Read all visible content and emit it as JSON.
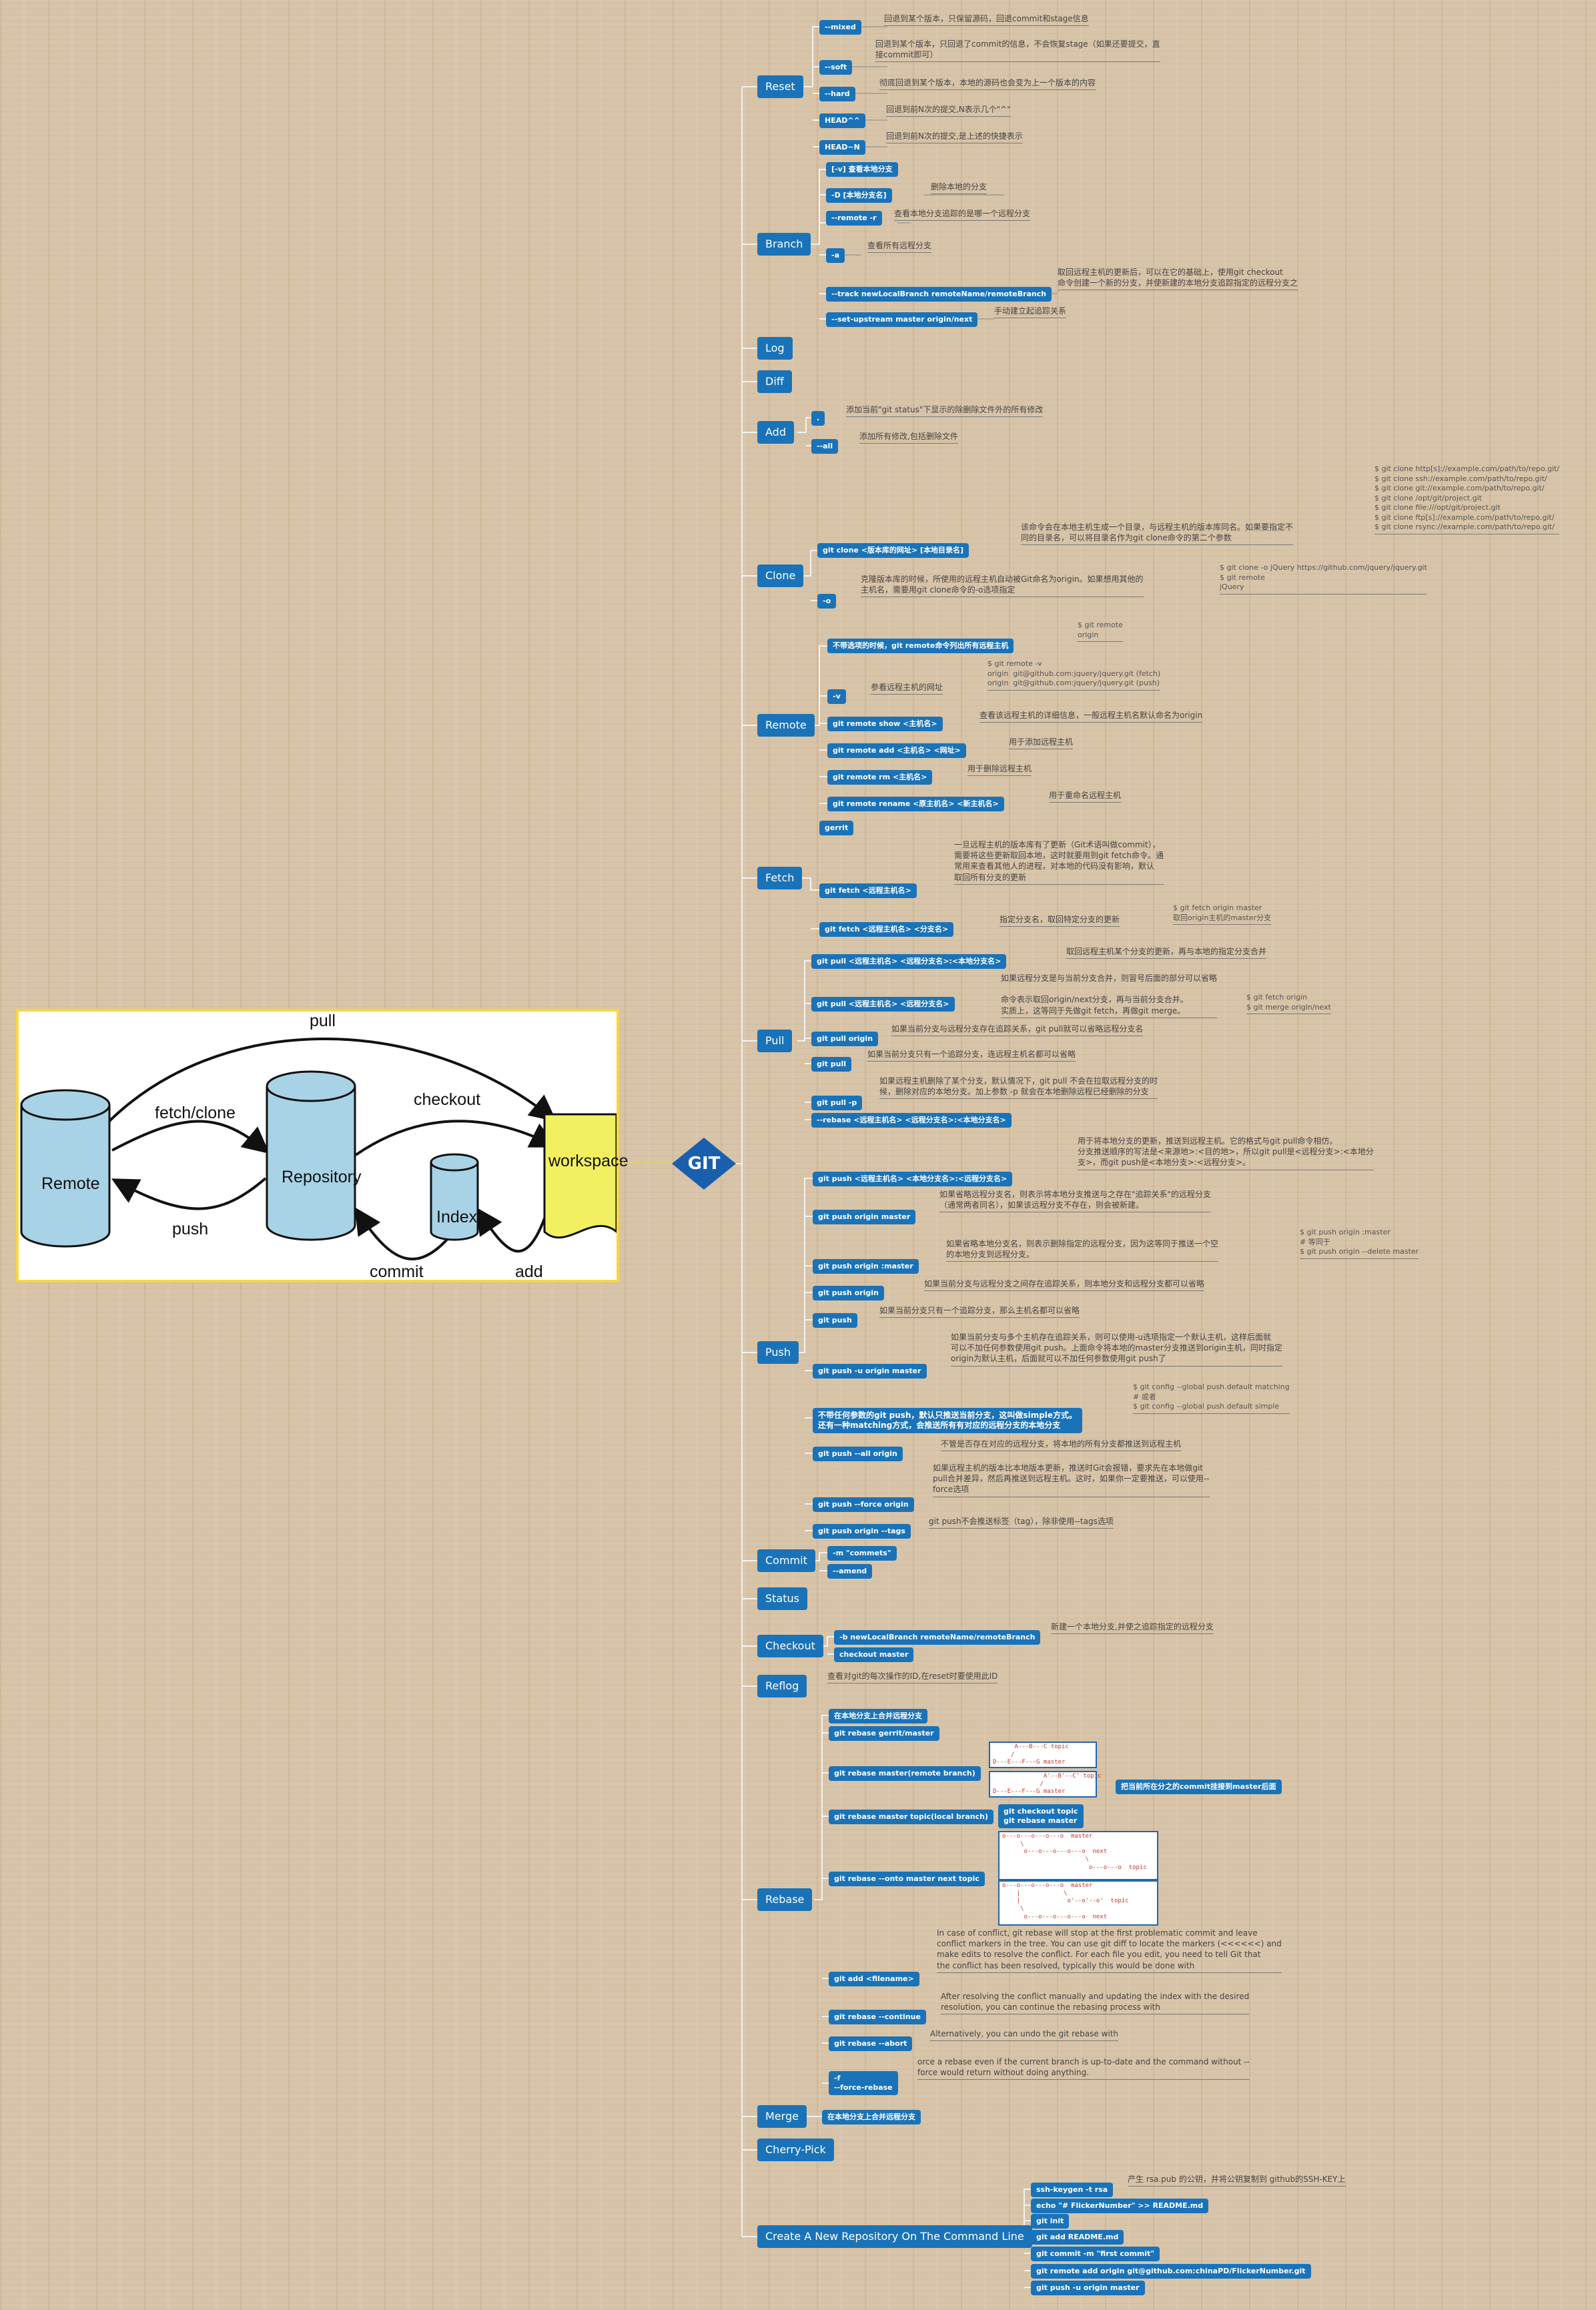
{
  "root": "GIT",
  "diagram": {
    "pull": "pull",
    "fetch": "fetch/clone",
    "checkout": "checkout",
    "push": "push",
    "commit": "commit",
    "add": "add",
    "remote": "Remote",
    "repository": "Repository",
    "index": "Index",
    "workspace": "workspace"
  },
  "reset": {
    "label": "Reset",
    "mixed": "--mixed",
    "mixed_d": "回退到某个版本，只保留源码，回退commit和stage信息",
    "soft": "--soft",
    "soft_d": "回退到某个版本，只回退了commit的信息，不会恢复stage（如果还要提交，直\n接commit即可）",
    "hard": "--hard",
    "hard_d": "彻底回退到某个版本，本地的源码也会变为上一个版本的内容",
    "head1": "HEAD^^",
    "head1_d": "回退到前N次的提交,N表示几个\"^\"",
    "head2": "HEAD~N",
    "head2_d": "回退到前N次的提交,是上述的快捷表示"
  },
  "branch": {
    "label": "Branch",
    "vq": "[-v] 查看本地分支",
    "d": "-D [本地分支名]",
    "d_d": "删除本地的分支",
    "r": "--remote\n-r",
    "r_d": "查看本地分支追踪的是哪一个远程分支",
    "a": "-a",
    "a_d": "查看所有远程分支",
    "track": "--track newLocalBranch remoteName/remoteBranch",
    "track_d": "取回远程主机的更新后，可以在它的基础上，使用git checkout\n命令创建一个新的分支，并使新建的本地分支追踪指定的远程分支之",
    "up": "--set-upstream  master  origin/next",
    "up_d": "手动建立起追踪关系"
  },
  "log": "Log",
  "diff": "Diff",
  "add": {
    "label": "Add",
    "dot": ".",
    "dot_d": "添加当前\"git status\"下显示的除删除文件外的所有修改",
    "all": "--all",
    "all_d": "添加所有修改,包括删除文件"
  },
  "clone": {
    "label": "Clone",
    "cmd": "git clone  <版本库的网址>  [本地目录名]",
    "cmd_d": "该命令会在本地主机生成一个目录，与远程主机的版本库同名。如果要指定不\n同的目录名，可以将目录名作为git clone命令的第二个参数",
    "urls": "$ git clone http[s]://example.com/path/to/repo.git/\n$ git clone ssh://example.com/path/to/repo.git/\n$ git clone git://example.com/path/to/repo.git/\n$ git clone /opt/git/project.git\n$ git clone file:///opt/git/project.git\n$ git clone ftp[s]://example.com/path/to/repo.git/\n$ git clone rsync://example.com/path/to/repo.git/",
    "o": "-o",
    "o_d": "克隆版本库的时候，所使用的远程主机自动被Git命名为origin。如果想用其他的\n主机名，需要用git clone命令的-o选项指定",
    "o_ex": "$ git clone -o jQuery https://github.com/jquery/jquery.git\n$ git remote\njQuery"
  },
  "remote": {
    "label": "Remote",
    "noopt": "不带选项的时候，git  remote命令列出所有远程主机",
    "noopt_ex": "$ git remote\norigin",
    "v": "-v",
    "v_d": "参看远程主机的网址",
    "v_ex": "$ git remote -v\norigin  git@github.com:jquery/jquery.git (fetch)\norigin  git@github.com:jquery/jquery.git (push)",
    "show": "git  remote  show  <主机名>",
    "show_d": "查看该远程主机的详细信息，一般远程主机名默认命名为origin",
    "addr": "git  remote  add  <主机名>  <网址>",
    "addr_d": "用于添加远程主机",
    "rm": "git  remote  rm  <主机名>",
    "rm_d": "用于删除远程主机",
    "rename": "git  remote  rename  <原主机名>  <新主机名>",
    "rename_d": "用于重命名远程主机",
    "gerrit": "gerrit"
  },
  "fetch": {
    "label": "Fetch",
    "f1": "git  fetch  <远程主机名>",
    "f1_d": "一旦远程主机的版本库有了更新（Git术语叫做commit），\n需要将这些更新取回本地，这时就要用到git fetch命令。通\n常用来查看其他人的进程，对本地的代码没有影响，默认\n取回所有分支的更新",
    "f2": "git  fetch  <远程主机名>  <分支名>",
    "f2_d": "指定分支名，取回特定分支的更新",
    "f2_ex": "$ git fetch origin master\n取回origin主机的master分支"
  },
  "pull": {
    "label": "Pull",
    "p1": "git  pull  <远程主机名>  <远程分支名>:<本地分支名>",
    "p1_d": "取回远程主机某个分支的更新，再与本地的指定分支合并",
    "p2": "git  pull  <远程主机名>  <远程分支名>",
    "p2_d": "如果远程分支是与当前分支合并，则冒号后面的部分可以省略\n\n命令表示取回origin/next分支，再与当前分支合并。\n实质上，这等同于先做git fetch，再做git merge。",
    "p2_ex": "$ git fetch origin\n$ git merge origin/next",
    "p3": "git pull origin",
    "p3_d": "如果当前分支与远程分支存在追踪关系，git pull就可以省略远程分支名",
    "p4": "git pull",
    "p4_d": "如果当前分支只有一个追踪分支，连远程主机名都可以省略",
    "p5": "git pull -p",
    "p5_d": "如果远程主机删除了某个分支，默认情况下，git pull 不会在拉取远程分支的时\n候，删除对应的本地分支。加上参数 -p 就会在本地删除远程已经删除的分支",
    "p6": "--rebase  <远程主机名>  <远程分支名>:<本地分支名>"
  },
  "push": {
    "label": "Push",
    "p1": "git  push  <远程主机名>  <本地分支名>:<远程分支名>",
    "p1_d": "用于将本地分支的更新，推送到远程主机。它的格式与git pull命令相仿。\n分支推送顺序的写法是<来源地>:<目的地>，所以git pull是<远程分支>:<本地分\n支>，而git push是<本地分支>:<远程分支>。",
    "p2": "git  push  origin  master",
    "p2_d": "如果省略远程分支名，则表示将本地分支推送与之存在\"追踪关系\"的远程分支\n（通常两者同名），如果该远程分支不存在，则会被新建。",
    "p3": "git  push  origin  :master",
    "p3_d": "如果省略本地分支名，则表示删除指定的远程分支，因为这等同于推送一个空\n的本地分支到远程分支。",
    "p3_ex": "$ git push origin :master\n# 等同于\n$ git push origin --delete master",
    "p4": "git push origin",
    "p4_d": "如果当前分支与远程分支之间存在追踪关系，则本地分支和远程分支都可以省略",
    "p5": "git push",
    "p5_d": "如果当前分支只有一个追踪分支，那么主机名都可以省略",
    "p6": "git  push  -u  origin  master",
    "p6_d": "如果当前分支与多个主机存在追踪关系，则可以使用-u选项指定一个默认主机，这样后面就\n可以不加任何参数使用git push。上面命令将本地的master分支推送到origin主机，同时指定\norigin为默认主机，后面就可以不加任何参数使用git push了",
    "p7": "不带任何参数的git push，默认只推送当前分支，这叫做simple方式。\n还有一种matching方式，会推送所有有对应的远程分支的本地分支",
    "p7_ex": "$ git config --global push.default matching\n# 或者\n$ git config --global push.default simple",
    "p8": "git push --all origin",
    "p8_d": "不管是否存在对应的远程分支，将本地的所有分支都推送到远程主机",
    "p9": "git push --force origin",
    "p9_d": "如果远程主机的版本比本地版本更新，推送时Git会报错，要求先在本地做git\npull合并差异，然后再推送到远程主机。这时，如果你一定要推送，可以使用--\nforce选项",
    "p10": "git push origin --tags",
    "p10_d": "git push不会推送标签（tag），除非使用--tags选项"
  },
  "commit": {
    "label": "Commit",
    "m": "-m \"commets\"",
    "amend": "--amend"
  },
  "status": "Status",
  "checkout": {
    "label": "Checkout",
    "b": "-b newLocalBranch remoteName/remoteBranch",
    "b_d": "新建一个本地分支,并使之追踪指定的远程分支",
    "master": "checkout  master"
  },
  "reflog": {
    "label": "Reflog",
    "d": "查看对git的每次操作的ID,在reset时要使用此ID"
  },
  "rebase": {
    "label": "Rebase",
    "local": "在本地分支上合并远程分支",
    "gerrit": "git rebase gerrit/master",
    "rm": "git rebase master(remote branch)",
    "rm_d": "把当前所在分之的commit挂接到master后面",
    "tp": "git rebase master  topic(local branch)",
    "tp_c": "git checkout topic\ngit rebase master",
    "onto": "git rebase --onto  master  next  topic",
    "add": "git add <filename>",
    "add_d": "In case of conflict, git rebase will stop at the first problematic commit and leave\nconflict markers in the tree. You can use git diff to locate the markers (<<<<<<) and\nmake edits to resolve the conflict. For each file you edit, you need to tell Git that\nthe conflict has been resolved, typically this would be done with",
    "cont": "git rebase --continue",
    "cont_d": "After resolving the conflict manually and updating the index with the desired\nresolution, you can continue the rebasing process with",
    "abort": "git rebase --abort",
    "abort_d": "Alternatively, you can undo the git rebase with",
    "force": "-f\n--force-rebase",
    "force_d": "orce a rebase even if the current branch is up-to-date and the command without --\nforce would return without doing anything.",
    "tree1": "      A---B---C topic\n     /\nD---E---F---G master",
    "tree2": "              A'--B'--C' topic\n             /\nD---E---F---G master",
    "tree3": "o---o---o---o---o  master\n     \\\n      o---o---o---o---o  next\n                       \\\n                        o---o---o  topic",
    "tree4": "o---o---o---o---o  master\n    |            \\\n    |             o'--o'--o'  topic\n     \\\n      o---o---o---o---o  next"
  },
  "merge": {
    "label": "Merge",
    "d": "在本地分支上合并远程分支"
  },
  "cherry": "Cherry-Pick",
  "newrepo": {
    "label": "Create A New Repository On The Command Line",
    "c1": "ssh-keygen -t rsa",
    "c1_d": "产生 rsa.pub 的公钥，并将公钥复制到 github的SSH-KEY上",
    "c2": "echo \"# FlickerNumber\" >> README.md",
    "c3": "git init",
    "c4": "git add README.md",
    "c5": "git commit -m \"first commit\"",
    "c6": "git remote add origin git@github.com:chinaPD/FlickerNumber.git",
    "c7": "git push -u origin master"
  }
}
